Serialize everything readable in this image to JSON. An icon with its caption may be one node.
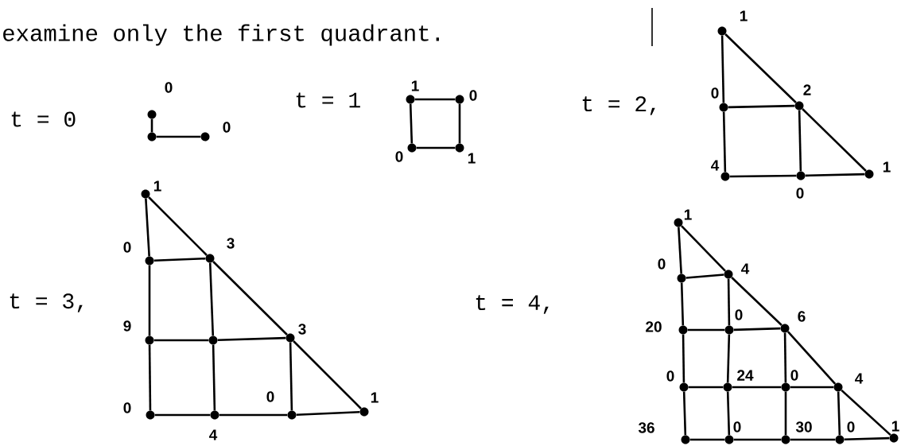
{
  "diagram": {
    "nodes": [
      {
        "text": [],
        "shape": "circle",
        "beside": [
          "0"
        ]
      },
      {
        "text": [],
        "shape": "circle"
      },
      {
        "text": [],
        "shape": "circle",
        "beside": [
          "0"
        ]
      },
      {
        "text": [],
        "shape": "circle",
        "beside": [
          "1"
        ]
      },
      {
        "text": [],
        "shape": "circle",
        "beside": [
          "0"
        ]
      },
      {
        "text": [],
        "shape": "circle",
        "beside": [
          "0"
        ]
      },
      {
        "text": [],
        "shape": "circle",
        "beside": [
          "1"
        ]
      },
      {
        "text": [],
        "shape": "circle",
        "beside": [
          "1"
        ]
      },
      {
        "text": [],
        "shape": "circle",
        "beside": [
          "0"
        ]
      },
      {
        "text": [],
        "shape": "circle",
        "beside": [
          "2"
        ]
      },
      {
        "text": [],
        "shape": "circle",
        "beside": [
          "4"
        ]
      },
      {
        "text": [],
        "shape": "circle",
        "beside": [
          "0"
        ]
      },
      {
        "text": [],
        "shape": "circle",
        "beside": [
          "1"
        ]
      },
      {
        "text": [],
        "shape": "circle",
        "beside": [
          "1"
        ]
      },
      {
        "text": [],
        "shape": "circle",
        "beside": [
          "0"
        ]
      },
      {
        "text": [],
        "shape": "circle",
        "beside": [
          "3"
        ]
      },
      {
        "text": [],
        "shape": "circle",
        "beside": [
          "9"
        ]
      },
      {
        "text": [],
        "shape": "circle"
      },
      {
        "text": [],
        "shape": "circle",
        "beside": [
          "3"
        ]
      },
      {
        "text": [],
        "shape": "circle",
        "beside": [
          "0"
        ]
      },
      {
        "text": [],
        "shape": "circle",
        "beside": [
          "4"
        ]
      },
      {
        "text": [],
        "shape": "circle",
        "beside": [
          "0"
        ]
      },
      {
        "text": [],
        "shape": "circle",
        "beside": [
          "1"
        ]
      },
      {
        "text": [],
        "shape": "circle",
        "beside": [
          "1"
        ]
      },
      {
        "text": [],
        "shape": "circle",
        "beside": [
          "0"
        ]
      },
      {
        "text": [],
        "shape": "circle",
        "beside": [
          "4"
        ]
      },
      {
        "text": [],
        "shape": "circle",
        "beside": [
          "20"
        ]
      },
      {
        "text": [],
        "shape": "circle",
        "beside": [
          "0"
        ]
      },
      {
        "text": [],
        "shape": "circle",
        "beside": [
          "6"
        ]
      },
      {
        "text": [],
        "shape": "circle",
        "beside": [
          "0"
        ]
      },
      {
        "text": [],
        "shape": "circle",
        "beside": [
          "24"
        ]
      },
      {
        "text": [],
        "shape": "circle",
        "beside": [
          "0"
        ]
      },
      {
        "text": [],
        "shape": "circle",
        "beside": [
          "4"
        ]
      },
      {
        "text": [],
        "shape": "circle",
        "beside": [
          "36"
        ]
      },
      {
        "text": [],
        "shape": "circle",
        "beside": [
          "0"
        ]
      },
      {
        "text": [],
        "shape": "circle",
        "beside": [
          "30"
        ]
      },
      {
        "text": [],
        "shape": "circle",
        "beside": [
          "0"
        ]
      },
      {
        "text": [],
        "shape": "circle",
        "beside": [
          "1"
        ]
      }
    ],
    "edges": [
      {
        "from": 0,
        "to": 1,
        "arrow": "none"
      },
      {
        "from": 1,
        "to": 2,
        "arrow": "none"
      },
      {
        "from": 3,
        "to": 4,
        "arrow": "none"
      },
      {
        "from": 4,
        "to": 6,
        "arrow": "none"
      },
      {
        "from": 6,
        "to": 5,
        "arrow": "none"
      },
      {
        "from": 5,
        "to": 3,
        "arrow": "none"
      },
      {
        "from": 7,
        "to": 8,
        "arrow": "none"
      },
      {
        "from": 8,
        "to": 10,
        "arrow": "none"
      },
      {
        "from": 10,
        "to": 11,
        "arrow": "none"
      },
      {
        "from": 11,
        "to": 12,
        "arrow": "none"
      },
      {
        "from": 8,
        "to": 9,
        "arrow": "none"
      },
      {
        "from": 9,
        "to": 11,
        "arrow": "none"
      },
      {
        "from": 7,
        "to": 9,
        "arrow": "none"
      },
      {
        "from": 9,
        "to": 12,
        "arrow": "none"
      },
      {
        "from": 13,
        "to": 14,
        "arrow": "none"
      },
      {
        "from": 14,
        "to": 16,
        "arrow": "none"
      },
      {
        "from": 16,
        "to": 19,
        "arrow": "none"
      },
      {
        "from": 15,
        "to": 17,
        "arrow": "none"
      },
      {
        "from": 17,
        "to": 20,
        "arrow": "none"
      },
      {
        "from": 18,
        "to": 21,
        "arrow": "none"
      },
      {
        "from": 14,
        "to": 15,
        "arrow": "none"
      },
      {
        "from": 16,
        "to": 17,
        "arrow": "none"
      },
      {
        "from": 17,
        "to": 18,
        "arrow": "none"
      },
      {
        "from": 19,
        "to": 20,
        "arrow": "none"
      },
      {
        "from": 20,
        "to": 21,
        "arrow": "none"
      },
      {
        "from": 21,
        "to": 22,
        "arrow": "none"
      },
      {
        "from": 13,
        "to": 15,
        "arrow": "none"
      },
      {
        "from": 15,
        "to": 18,
        "arrow": "none"
      },
      {
        "from": 18,
        "to": 22,
        "arrow": "none"
      },
      {
        "from": 23,
        "to": 24,
        "arrow": "none"
      },
      {
        "from": 24,
        "to": 26,
        "arrow": "none"
      },
      {
        "from": 26,
        "to": 29,
        "arrow": "none"
      },
      {
        "from": 29,
        "to": 33,
        "arrow": "none"
      },
      {
        "from": 25,
        "to": 27,
        "arrow": "none"
      },
      {
        "from": 27,
        "to": 30,
        "arrow": "none"
      },
      {
        "from": 30,
        "to": 34,
        "arrow": "none"
      },
      {
        "from": 28,
        "to": 31,
        "arrow": "none"
      },
      {
        "from": 31,
        "to": 35,
        "arrow": "none"
      },
      {
        "from": 32,
        "to": 36,
        "arrow": "none"
      },
      {
        "from": 24,
        "to": 25,
        "arrow": "none"
      },
      {
        "from": 26,
        "to": 27,
        "arrow": "none"
      },
      {
        "from": 27,
        "to": 28,
        "arrow": "none"
      },
      {
        "from": 29,
        "to": 30,
        "arrow": "none"
      },
      {
        "from": 30,
        "to": 31,
        "arrow": "none"
      },
      {
        "from": 31,
        "to": 32,
        "arrow": "none"
      },
      {
        "from": 33,
        "to": 34,
        "arrow": "none"
      },
      {
        "from": 34,
        "to": 35,
        "arrow": "none"
      },
      {
        "from": 35,
        "to": 36,
        "arrow": "none"
      },
      {
        "from": 36,
        "to": 37,
        "arrow": "none"
      },
      {
        "from": 23,
        "to": 25,
        "arrow": "none"
      },
      {
        "from": 25,
        "to": 28,
        "arrow": "none"
      },
      {
        "from": 28,
        "to": 32,
        "arrow": "none"
      },
      {
        "from": 32,
        "to": 37,
        "arrow": "none"
      }
    ],
    "labels": [
      "examine only the first quadrant.",
      "t = 0",
      "t = 1",
      "t = 2,",
      "t = 3,",
      "t = 4,"
    ]
  }
}
